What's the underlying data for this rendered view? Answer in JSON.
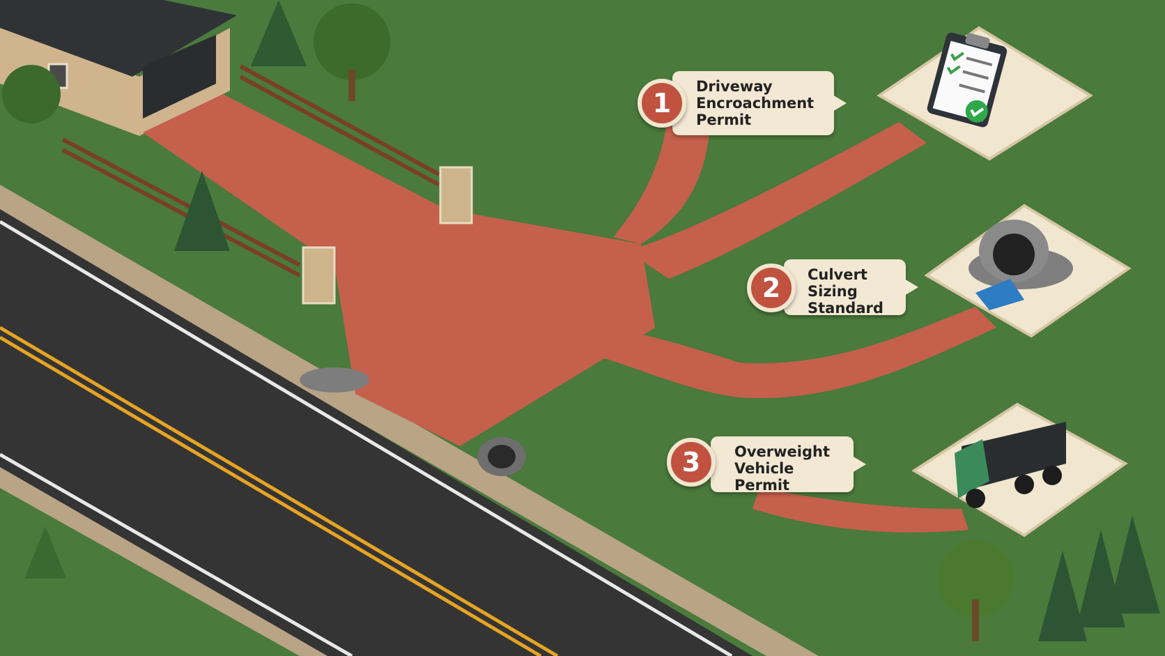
{
  "colors": {
    "grass": "#4a7a3c",
    "driveway": "#c4604c",
    "asphalt": "#333333",
    "centerline": "#e5a423",
    "badge": "#c0523f",
    "label_bg": "#f2e8d3"
  },
  "steps": [
    {
      "number": "1",
      "label": "Driveway\nEncroachment\nPermit",
      "icon": "clipboard-checklist-icon"
    },
    {
      "number": "2",
      "label": "Culvert Sizing\nStandard",
      "icon": "culvert-pipe-icon"
    },
    {
      "number": "3",
      "label": "Overweight\nVehicle Permit",
      "icon": "dump-truck-icon"
    }
  ]
}
